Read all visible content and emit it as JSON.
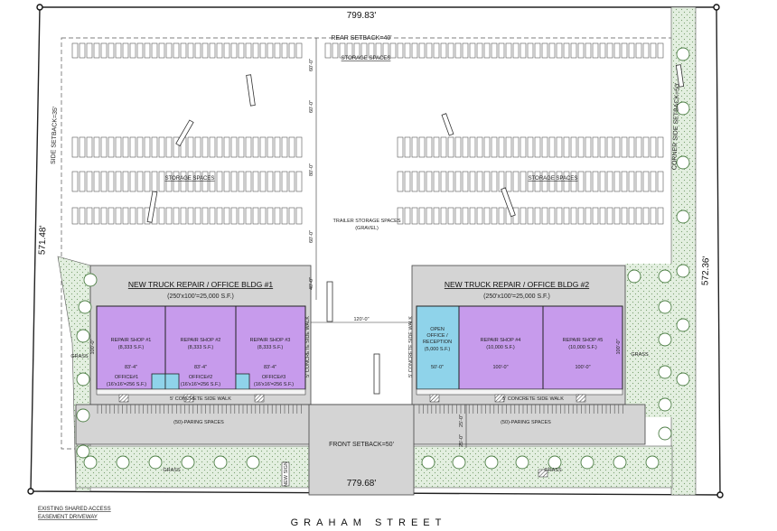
{
  "dimensions": {
    "top": "799.83'",
    "bottom": "779.68'",
    "left": "571.48'",
    "right": "572.36'"
  },
  "setbacks": {
    "rear": "REAR SETBACK=40'",
    "side": "SIDE SETBACK=35'",
    "corner": "CORNER SIDE SETBACK=50'",
    "front": "FRONT SETBACK=50'"
  },
  "storage": {
    "top": "STORAGE SPACES",
    "left": "STORAGE SPACES",
    "right": "STORAGE SPACES",
    "trailer": "TRAILER STORAGE SPACES",
    "trailer_sub": "(GRAVEL)"
  },
  "vertical_dims": {
    "d1": "60'-0\"",
    "d2": "60'-0\"",
    "d3": "80'-0\"",
    "d4": "60'-0\"",
    "d5": "40'-0\"",
    "gap": "120'-0\"",
    "bldg_depth": "100'-0\"",
    "small1": "25'-0\"",
    "small2": "25'-0\""
  },
  "building1": {
    "title": "NEW TRUCK REPAIR / OFFICE BLDG #1",
    "area": "(250'x100'=25,000 S.F.)",
    "shops": [
      {
        "name": "REPAIR SHOP #1",
        "area": "(8,333 S.F.)",
        "width": "83'-4\""
      },
      {
        "name": "REPAIR SHOP #2",
        "area": "(8,333 S.F.)",
        "width": "83'-4\""
      },
      {
        "name": "REPAIR SHOP #3",
        "area": "(8,333 S.F.)",
        "width": "83'-4\""
      }
    ],
    "offices": [
      {
        "name": "OFFICE#1",
        "area": "(16'x16'=256 S.F.)"
      },
      {
        "name": "OFFICE#2",
        "area": "(16'x16'=256 S.F.)"
      },
      {
        "name": "OFFICE#3",
        "area": "(16'x16'=256 S.F.)"
      }
    ],
    "sidewalk": "5' CONCRETE SIDE WALK",
    "sidewalk_side": "5' CONCRETE SIDE WALK",
    "parking": "(50)-PARING SPACES"
  },
  "building2": {
    "title": "NEW TRUCK REPAIR / OFFICE BLDG #2",
    "area": "(250'x100'=25,000 S.F.)",
    "office": {
      "line1": "OPEN",
      "line2": "OFFICE /",
      "line3": "RECEPTION",
      "area": "(5,000 S.F.)",
      "width": "50'-0\""
    },
    "shops": [
      {
        "name": "REPAIR SHOP #4",
        "area": "(10,000 S.F.)",
        "width": "100'-0\""
      },
      {
        "name": "REPAIR SHOP #5",
        "area": "(10,000 S.F.)",
        "width": "100'-0\""
      }
    ],
    "sidewalk": "5' CONCRETE SIDE WALK",
    "sidewalk_side": "5' CONCRETE SIDE WALK",
    "parking": "(50)-PARING SPACES"
  },
  "grass": {
    "g1": "GRASS",
    "g2": "GRASS",
    "g3": "GRASS",
    "g4": "GRASS"
  },
  "sign": "NEW SIGN",
  "easement": {
    "line1": "EXISTING SHARED ACCESS",
    "line2": "EASEMENT DRIVEWAY"
  },
  "street": "GRAHAM STREET",
  "colors": {
    "shop": "#c79bec",
    "office": "#8fd3ea",
    "paving": "#d4d4d4",
    "grass": "#dcebd8",
    "line": "#222222"
  }
}
